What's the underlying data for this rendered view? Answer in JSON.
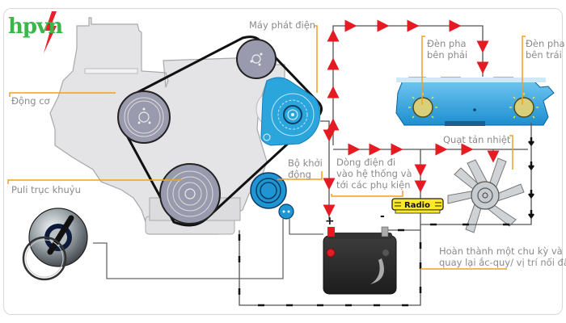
{
  "logo": {
    "text": "hpvn",
    "color": "#3cb54a",
    "bolt_color": "#e8202a"
  },
  "colors": {
    "engine": "#e4e4e6",
    "pulley": "#9a9aae",
    "belt": "#111111",
    "alternator": "#2aa6dd",
    "starter": "#1f95d4",
    "current_arrow": "#e41b23",
    "return_arrow": "#111111",
    "leader_line": "#f0a020",
    "car": "#3fb0e8",
    "radio": "#ffe825",
    "battery": "#2b2b2b"
  },
  "labels": {
    "engine": "Động cơ",
    "crankshaft_pulley": "Puli trục khuỷu",
    "alternator": "Máy phát điện",
    "starter_line1": "Bộ khởi",
    "starter_line2": "động",
    "current_line1": "Dòng điện đi",
    "current_line2": "vào hệ thống và",
    "current_line3": "tới các phụ kiện",
    "right_headlight_line1": "Đèn pha",
    "right_headlight_line2": "bên phải",
    "left_headlight_line1": "Đèn pha",
    "left_headlight_line2": "bên trái",
    "cooling_fan": "Quạt tản nhiệt",
    "return_line1": "Hoàn thành một chu kỳ và",
    "return_line2": "quay lại ắc-quy/ vị trí nối đất",
    "radio": "Radio",
    "plus": "+",
    "minus": "-"
  }
}
